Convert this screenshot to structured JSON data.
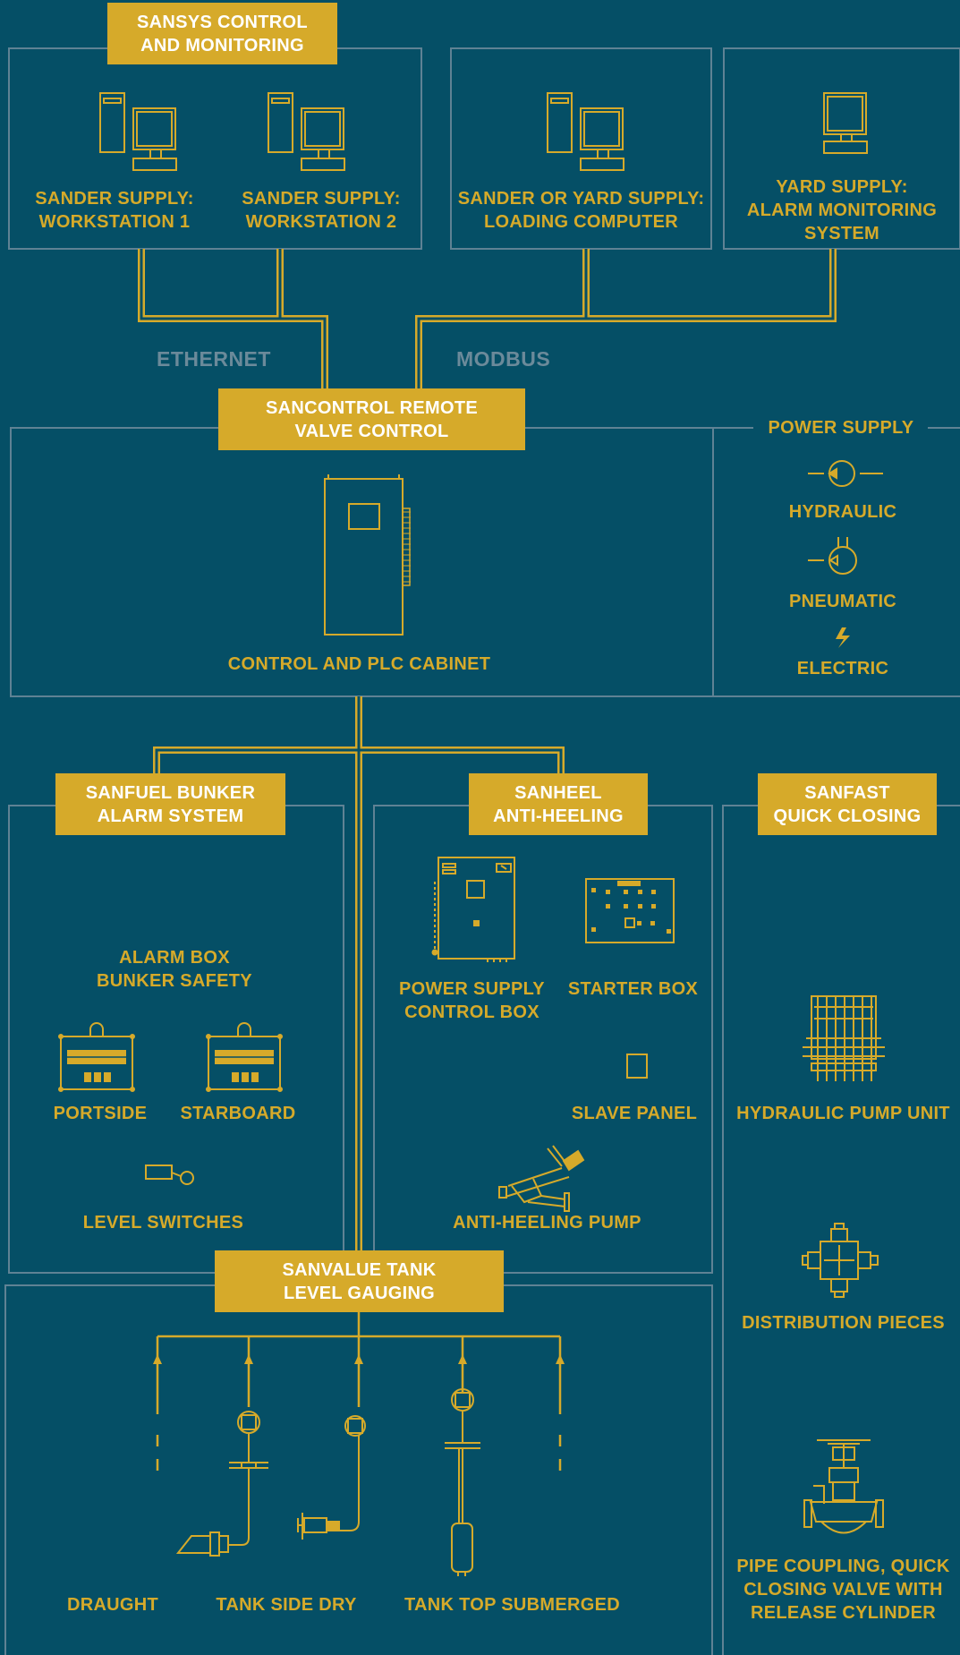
{
  "colors": {
    "background": "#054f66",
    "accent": "#d6aa2a",
    "outline": "#5f8294",
    "banner_text": "#ffffff",
    "network_text": "#6b8a9a"
  },
  "sansys": {
    "title_l1": "SANSYS CONTROL",
    "title_l2": "AND MONITORING",
    "ws1_l1": "SANDER SUPPLY:",
    "ws1_l2": "WORKSTATION 1",
    "ws2_l1": "SANDER SUPPLY:",
    "ws2_l2": "WORKSTATION 2",
    "lc_l1": "SANDER OR YARD SUPPLY:",
    "lc_l2": "LOADING COMPUTER",
    "am_l1": "YARD SUPPLY:",
    "am_l2": "ALARM MONITORING",
    "am_l3": "SYSTEM"
  },
  "network": {
    "ethernet": "ETHERNET",
    "modbus": "MODBUS"
  },
  "sancontrol": {
    "title_l1": "SANCONTROL REMOTE",
    "title_l2": "VALVE CONTROL",
    "cabinet": "CONTROL AND PLC CABINET"
  },
  "power": {
    "title": "POWER SUPPLY",
    "hydraulic": "HYDRAULIC",
    "pneumatic": "PNEUMATIC",
    "electric": "ELECTRIC"
  },
  "sanfuel": {
    "title_l1": "SANFUEL BUNKER",
    "title_l2": "ALARM SYSTEM",
    "alarm_l1": "ALARM BOX",
    "alarm_l2": "BUNKER SAFETY",
    "portside": "PORTSIDE",
    "starboard": "STARBOARD",
    "level": "LEVEL SWITCHES"
  },
  "sanheel": {
    "title_l1": "SANHEEL",
    "title_l2": "ANTI-HEELING",
    "psu_l1": "POWER SUPPLY",
    "psu_l2": "CONTROL BOX",
    "starter": "STARTER BOX",
    "slave": "SLAVE PANEL",
    "pump": "ANTI-HEELING PUMP"
  },
  "sanfast": {
    "title_l1": "SANFAST",
    "title_l2": "QUICK CLOSING",
    "hpu": "HYDRAULIC PUMP UNIT",
    "dist": "DISTRIBUTION PIECES",
    "pipe_l1": "PIPE COUPLING, QUICK",
    "pipe_l2": "CLOSING VALVE WITH",
    "pipe_l3": "RELEASE CYLINDER"
  },
  "sanvalue": {
    "title_l1": "SANVALUE TANK",
    "title_l2": "LEVEL GAUGING",
    "draught": "DRAUGHT",
    "side": "TANK SIDE DRY",
    "top": "TANK TOP SUBMERGED"
  }
}
